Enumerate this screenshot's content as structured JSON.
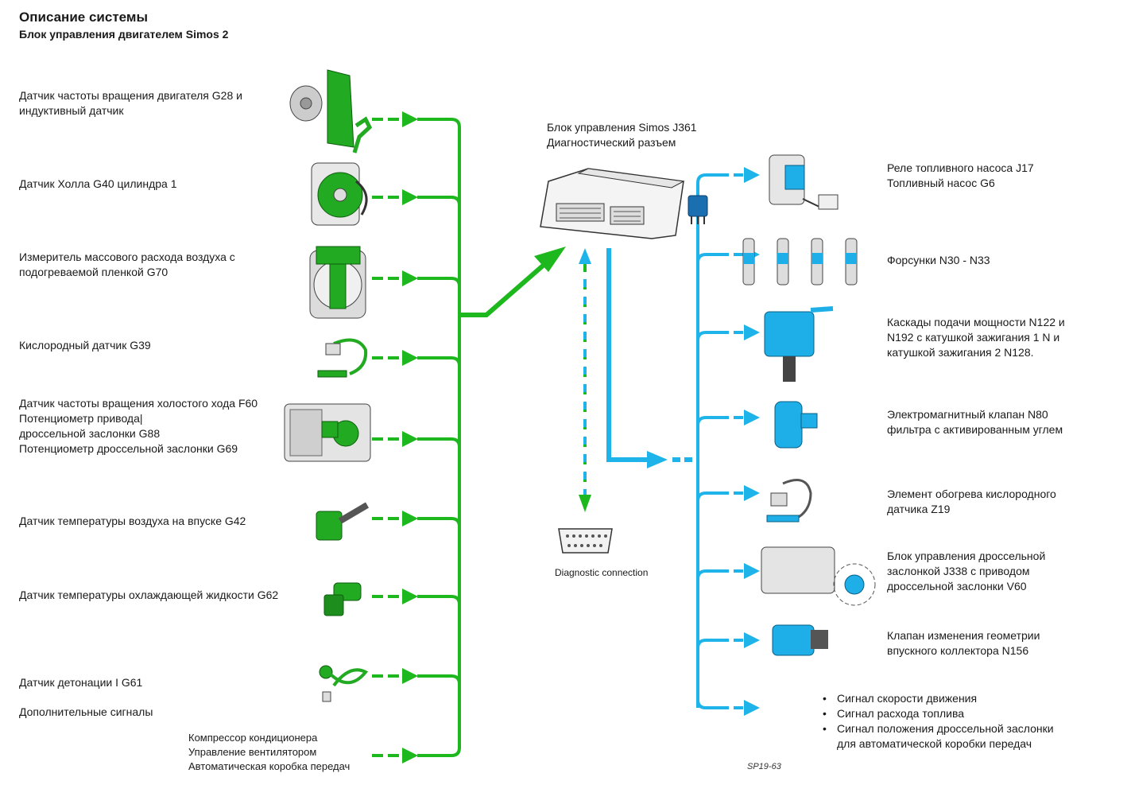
{
  "header": {
    "title": "Описание системы",
    "subtitle": "Блок управления двигателем Simos 2"
  },
  "inputs": [
    {
      "lines": [
        "Датчик частоты вращения двигателя G28 и",
        "индуктивный датчик"
      ]
    },
    {
      "lines": [
        "Датчик Холла G40 цилиндра 1"
      ]
    },
    {
      "lines": [
        "Измеритель массового расхода воздуха с",
        "подогреваемой пленкой G70"
      ]
    },
    {
      "lines": [
        "Кислородный датчик G39"
      ]
    },
    {
      "lines": [
        "Датчик частоты вращения холостого хода F60",
        "Потенциометр привода|",
        "дроссельной заслонки G88",
        "Потенциометр дроссельной заслонки G69"
      ]
    },
    {
      "lines": [
        "Датчик температуры воздуха на впуске G42"
      ]
    },
    {
      "lines": [
        "Датчик температуры охлаждающей жидкости G62"
      ]
    },
    {
      "lines": [
        "Датчик детонации I G61"
      ]
    },
    {
      "lines": [
        "Дополнительные сигналы"
      ]
    },
    {
      "lines": [
        "Компрессор кондиционера",
        "Управление вентилятором",
        "Автоматическая коробка передач"
      ]
    }
  ],
  "ecu": {
    "lines": [
      "Блок управления Simos J361",
      "Диагностический разъем"
    ]
  },
  "diagnostic": {
    "label": "Diagnostic connection"
  },
  "outputs": [
    {
      "lines": [
        "Реле топливного насоса J17",
        "Топливный насос G6"
      ]
    },
    {
      "lines": [
        "Форсунки N30 - N33"
      ]
    },
    {
      "lines": [
        "Каскады подачи мощности N122 и",
        "N192 с катушкой зажигания 1 N и",
        "катушкой зажигания 2 N128."
      ]
    },
    {
      "lines": [
        "Электромагнитный клапан N80",
        "фильтра с активированным углем"
      ]
    },
    {
      "lines": [
        "Элемент обогрева кислородного",
        "датчика Z19"
      ]
    },
    {
      "lines": [
        "Блок управления дроссельной",
        "заслонкой J338 с приводом",
        "дроссельной заслонки V60"
      ]
    },
    {
      "lines": [
        "Клапан изменения геометрии",
        "впускного коллектора N156"
      ]
    }
  ],
  "extra_signals": {
    "bullet": "•",
    "items": [
      "Сигнал скорости движения",
      "Сигнал расхода топлива",
      "Сигнал положения дроссельной заслонки",
      "для автоматической коробки передач"
    ]
  },
  "figure_code": "SP19-63",
  "colors": {
    "input_line": "#1db81d",
    "output_line": "#1eb4ea",
    "component_green": "#22aa22",
    "component_blue": "#1eaee8",
    "text": "#1a1a1a"
  }
}
